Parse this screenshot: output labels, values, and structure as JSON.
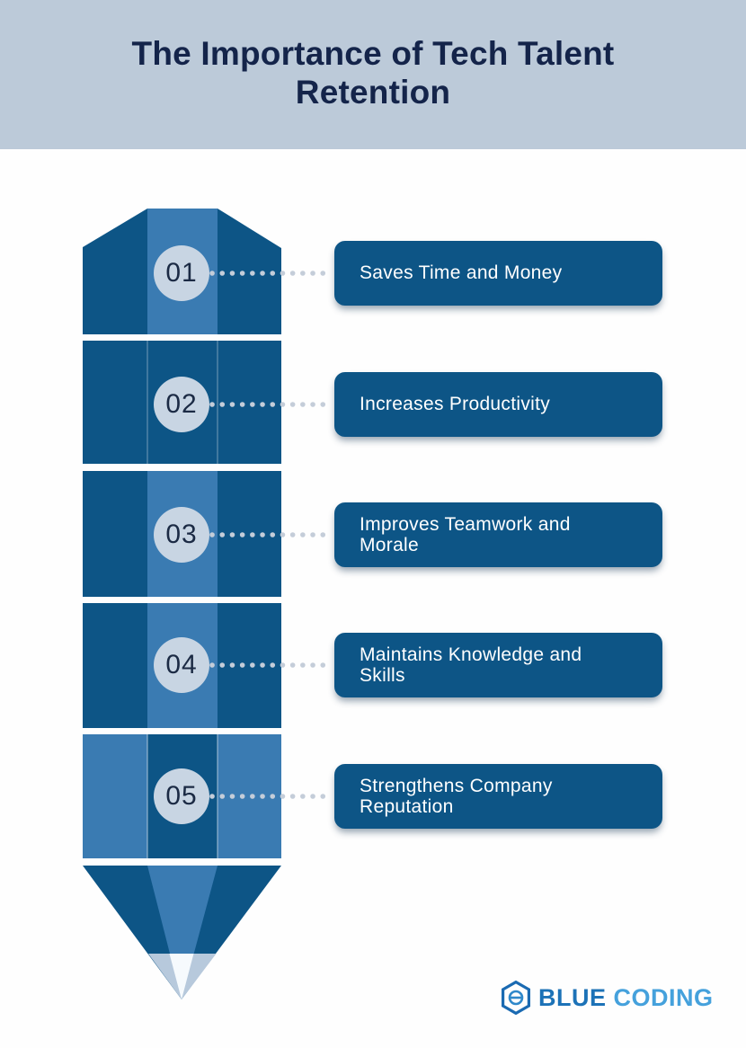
{
  "header": {
    "title": "The Importance of Tech Talent Retention"
  },
  "rows": [
    {
      "number": "01",
      "label": "Saves Time and Money"
    },
    {
      "number": "02",
      "label": "Increases Productivity"
    },
    {
      "number": "03",
      "label": "Improves Teamwork and Morale"
    },
    {
      "number": "04",
      "label": "Maintains Knowledge and Skills"
    },
    {
      "number": "05",
      "label": "Strengthens Company Reputation"
    }
  ],
  "logo": {
    "brand_first": "BLUE",
    "brand_second": "CODING",
    "icon": "hexagon-theta-icon"
  },
  "colors": {
    "header_bg": "#BCCAD9",
    "title_text": "#14244A",
    "pencil_dark_blue": "#0D5586",
    "pencil_medium_blue": "#3A7BB2",
    "circle_fill": "#C8D5E3",
    "circle_text": "#1B2A44",
    "label_box_bg": "#0D5586",
    "label_text": "#FFFFFF",
    "dotted_line": "#C4CDD9",
    "pencil_wood": "#B7C9DC",
    "pencil_lead": "#F6FAFD",
    "logo_dark_blue": "#1C72B7",
    "logo_light_blue": "#45A1DC"
  }
}
